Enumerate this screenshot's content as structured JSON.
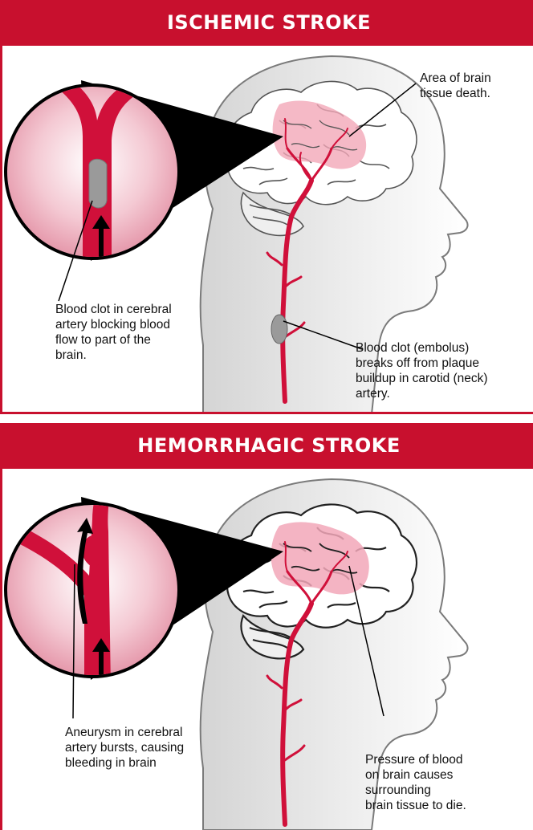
{
  "panels": [
    {
      "title": "ISCHEMIC STROKE",
      "labels": {
        "area": "Area of brain\ntissue death.",
        "clot_cerebral": "Blood clot in cerebral\nartery blocking blood\nflow to part of the\nbrain.",
        "embolus": "Blood clot (embolus)\nbreaks off from plaque\nbuildup in carotid (neck)\nartery."
      }
    },
    {
      "title": "HEMORRHAGIC STROKE",
      "labels": {
        "aneurysm": "Aneurysm in cerebral\nartery bursts, causing\nbleeding in brain",
        "pressure": "Pressure of blood\non brain causes\nsurrounding\nbrain tissue to die."
      }
    }
  ],
  "colors": {
    "accent": "#c8102e",
    "artery": "#d0103a",
    "damage": "#f2a7b8",
    "clot": "#9a9a9a",
    "skin": "#e6e6e6"
  }
}
